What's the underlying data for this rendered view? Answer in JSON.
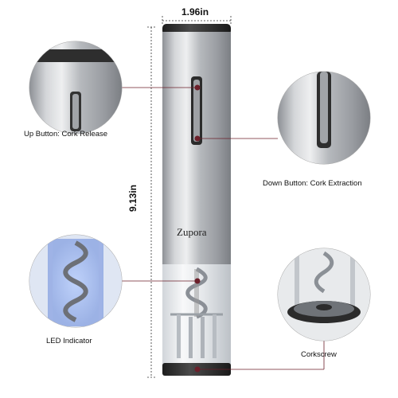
{
  "product": {
    "brand": "Zupora",
    "width_label": "1.96in",
    "height_label": "9.13in"
  },
  "callouts": {
    "up_button": "Up Button: Cork Release",
    "down_button": "Down Button: Cork Extraction",
    "led_indicator": "LED Indicator",
    "corkscrew": "Corkscrew"
  },
  "colors": {
    "accent_dot": "#6b1f2a",
    "steel": "#b9bcc0",
    "cap": "#2c2c2c"
  }
}
